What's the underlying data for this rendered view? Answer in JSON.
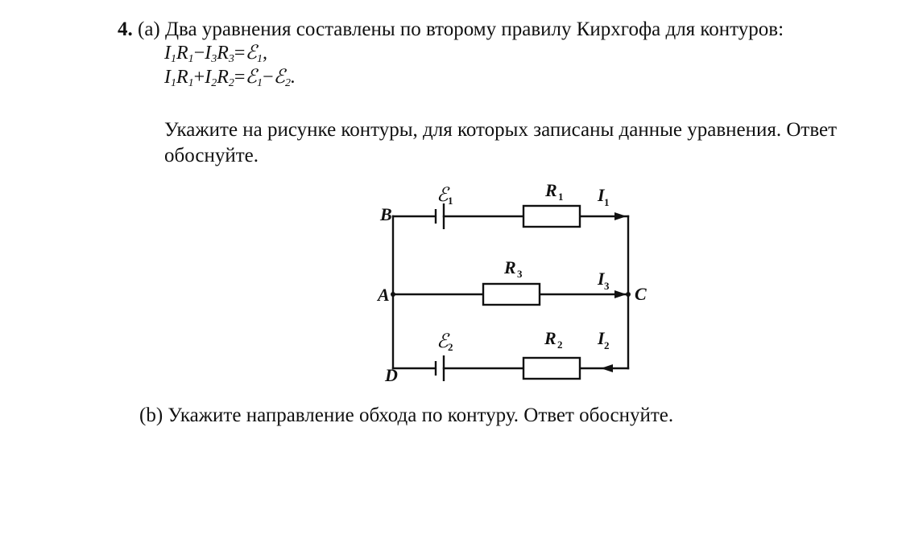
{
  "problem": {
    "number": "4.",
    "part_a_label": "(a)",
    "part_a_text": "Два уравнения составлены по второму правилу Кирхгофа для контуров:",
    "instruction_line1": "Укажите на рисунке контуры, для которых записаны данные уравнения. Ответ",
    "instruction_line2": "обоснуйте.",
    "part_b": "(b) Укажите направление обхода по контуру. Ответ обоснуйте."
  },
  "equations": {
    "eq1": {
      "i1": "I",
      "i1s": "1",
      "r1": "R",
      "r1s": "1",
      "op": "−",
      "i2": "I",
      "i2s": "3",
      "r2": "R",
      "r2s": "3",
      "eq": "=",
      "e1": "ℰ",
      "e1s": "1",
      "tail": ","
    },
    "eq2": {
      "i1": "I",
      "i1s": "1",
      "r1": "R",
      "r1s": "1",
      "op": "+",
      "i2": "I",
      "i2s": "2",
      "r2": "R",
      "r2s": "2",
      "eq": "=",
      "e1": "ℰ",
      "e1s": "1",
      "op2": "−",
      "e2": "ℰ",
      "e2s": "2",
      "tail": "."
    }
  },
  "circuit": {
    "nodes": {
      "b": "B",
      "a": "A",
      "c": "C",
      "d": "D"
    },
    "emf1": {
      "sym": "ℰ",
      "sub": "1"
    },
    "emf2": {
      "sym": "ℰ",
      "sub": "2"
    },
    "r1": {
      "sym": "R",
      "sub": "1"
    },
    "r2": {
      "sym": "R",
      "sub": "2"
    },
    "r3": {
      "sym": "R",
      "sub": "3"
    },
    "i1": {
      "sym": "I",
      "sub": "1"
    },
    "i2": {
      "sym": "I",
      "sub": "2"
    },
    "i3": {
      "sym": "I",
      "sub": "3"
    }
  }
}
